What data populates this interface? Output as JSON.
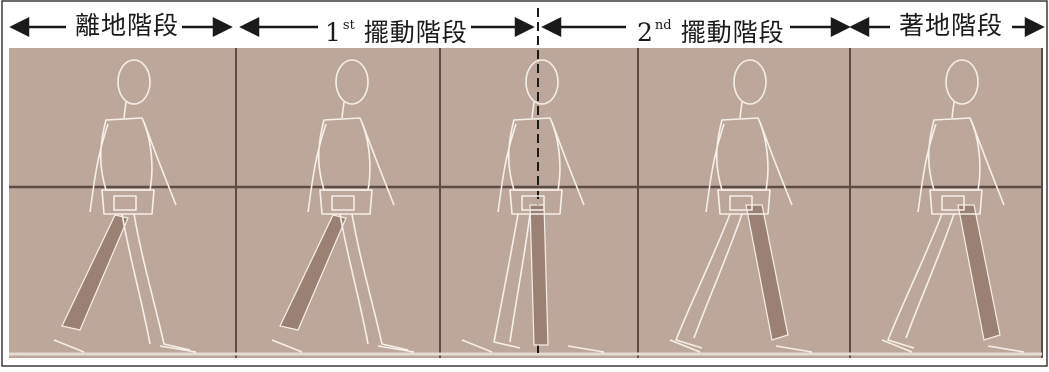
{
  "phases": [
    {
      "label": "離地階段"
    },
    {
      "prefix": "1",
      "suffix": "st",
      "label": "擺動階段"
    },
    {
      "prefix": "2",
      "suffix": "nd",
      "label": "擺動階段"
    },
    {
      "label": "著地階段"
    }
  ],
  "colors": {
    "panel": "#bca79a",
    "grid": "#5b4d45",
    "outline": "#f6efe8",
    "leg": "#9a8174",
    "ink": "#1a1a1a",
    "floor": "#e6dcd3"
  },
  "icons": {
    "arrow_left": "left-arrow-icon",
    "arrow_right": "right-arrow-icon",
    "figure": "walking-figure-icon"
  }
}
